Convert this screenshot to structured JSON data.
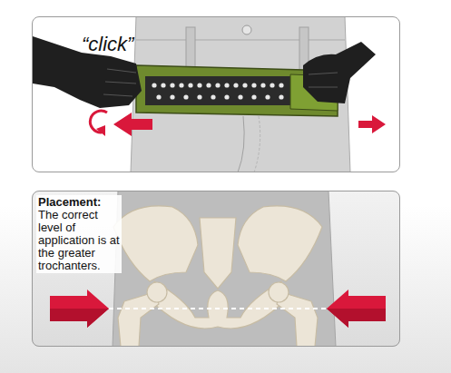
{
  "diagram": {
    "nodes": [
      {
        "text": [
          "“click”"
        ]
      },
      {
        "text": [
          "Placement:",
          "The correct level of application is at the greater trochanters."
        ]
      }
    ]
  }
}
